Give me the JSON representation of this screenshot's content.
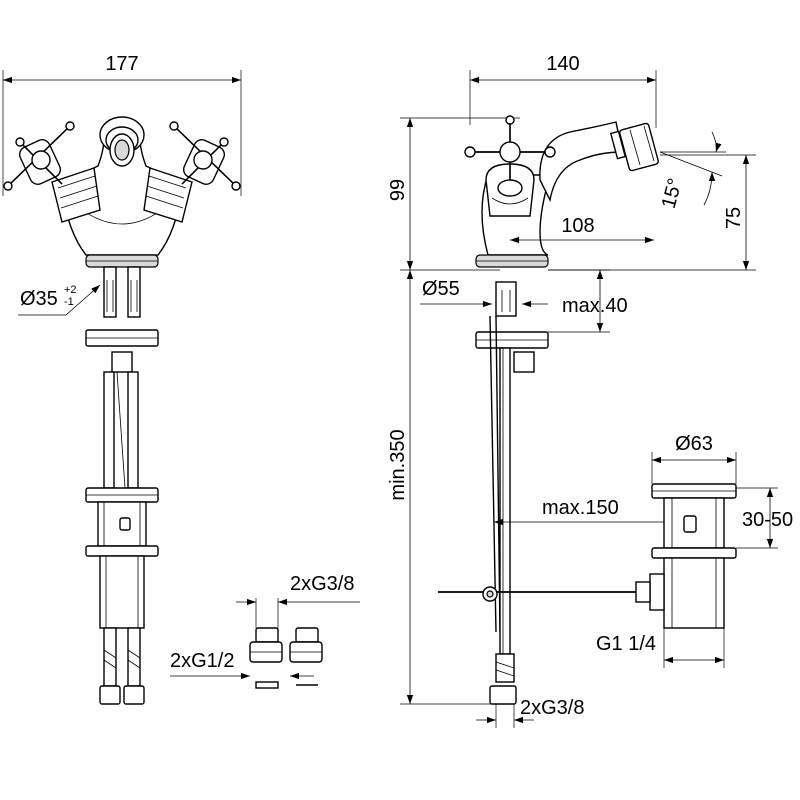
{
  "dimensions": {
    "front_width": "177",
    "hole_diameter": "Ø35",
    "hole_tol_plus": "+2",
    "hole_tol_minus": "-1",
    "connection_top": "2xG3/8",
    "connection_mid": "2xG1/2",
    "side_width": "140",
    "side_height": "99",
    "spout_reach": "108",
    "spout_height": "75",
    "spout_angle": "15°",
    "base_diameter": "Ø55",
    "max_thickness": "max.40",
    "min_length": "min.350",
    "waste_distance": "max.150",
    "waste_diameter": "Ø63",
    "waste_height": "30-50",
    "waste_thread": "G1 1/4",
    "connection_bottom": "2xG3/8"
  }
}
